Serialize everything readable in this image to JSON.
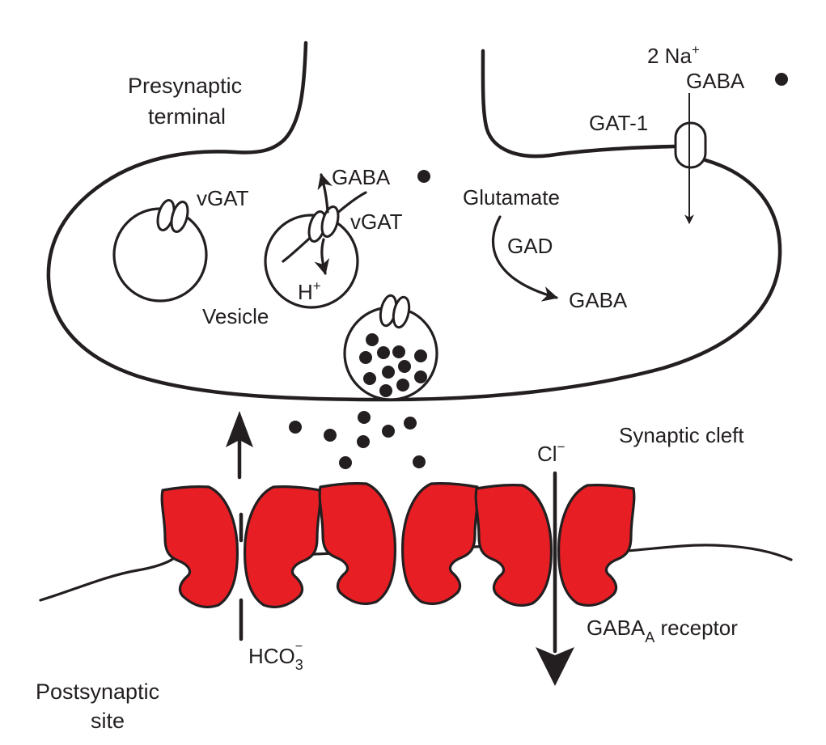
{
  "title": "GABAergic synapse",
  "colors": {
    "line": "#231f20",
    "receptor_fill": "#e81e25",
    "background": "#ffffff"
  },
  "labels": {
    "presynaptic_line1": "Presynaptic",
    "presynaptic_line2": "terminal",
    "na": "2 Na",
    "na_sup": "+",
    "gaba_extracellular": "GABA",
    "gat1": "GAT-1",
    "vgat_left": "vGAT",
    "vgat_middle": "vGAT",
    "gaba_vesicle": "GABA",
    "h": "H",
    "h_sup": "+",
    "vesicle": "Vesicle",
    "glutamate": "Glutamate",
    "gad": "GAD",
    "gaba_synth": "GABA",
    "synaptic_cleft": "Synaptic cleft",
    "cl": "Cl",
    "cl_sup": "−",
    "receptor": "GABA",
    "receptor_sub": "A",
    "receptor_rest": " receptor",
    "hco3": "HCO",
    "hco3_sub": "3",
    "hco3_sup": "−",
    "postsynaptic_line1": "Postsynaptic",
    "postsynaptic_line2": "site"
  },
  "receptor_count": 3,
  "ions": {
    "gat1_transport": [
      "2 Na+",
      "GABA"
    ],
    "vgat_exchange": [
      "GABA",
      "H+"
    ],
    "receptor_flux": [
      "Cl-",
      "HCO3-"
    ]
  }
}
